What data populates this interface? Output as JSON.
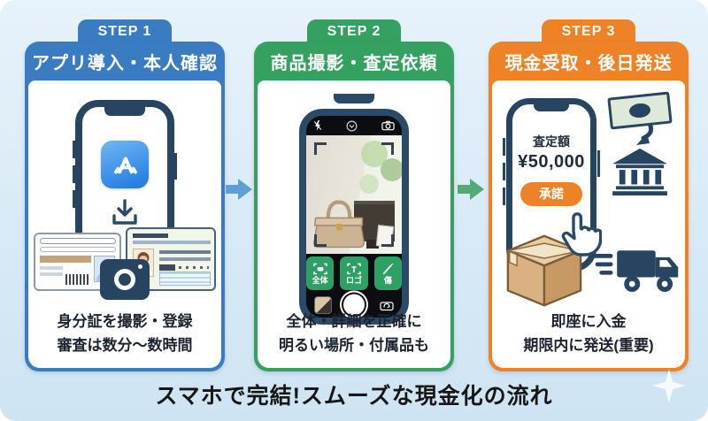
{
  "page": {
    "bottom_caption": "スマホで完結!スムーズな現金化の流れ",
    "background_color": "#d7e9f6"
  },
  "arrows": [
    {
      "between": "step1-step2",
      "direction": "right",
      "color": "#5f9ed6"
    },
    {
      "between": "step2-step3",
      "direction": "right",
      "color": "#52ab74"
    }
  ],
  "steps": [
    {
      "tab": "STEP 1",
      "title": "アプリ導入・本人確認",
      "accent": "#3a7cc1",
      "caption": [
        "身分証を撮影・登録",
        "審査は数分〜数時間"
      ],
      "icons": [
        "smartphone",
        "app-store-icon",
        "download-icon",
        "id-card",
        "camera-icon"
      ]
    },
    {
      "tab": "STEP 2",
      "title": "商品撮影・査定依頼",
      "accent": "#35a161",
      "caption": [
        "全体・詳細を正確に",
        "明るい場所・付属品も"
      ],
      "camera_buttons": [
        {
          "label": "全体",
          "icon": "frame-whole-icon"
        },
        {
          "label": "ロゴ",
          "icon": "frame-logo-icon"
        },
        {
          "label": "傷",
          "icon": "pen-scratch-icon"
        }
      ],
      "icons": [
        "smartphone",
        "flash-off-icon",
        "chevron-icon",
        "camera-flip-icon",
        "shutter-button",
        "handbag-photo"
      ]
    },
    {
      "tab": "STEP 3",
      "title": "現金受取・後日発送",
      "accent": "#ee8227",
      "phone_screen": {
        "label": "査定額",
        "amount": "¥50,000",
        "button": "承諾"
      },
      "caption": [
        "即座に入金",
        "期限内に発送(重要)"
      ],
      "icons": [
        "smartphone",
        "hand-cursor-icon",
        "banknote-icon",
        "bank-icon",
        "package-box-icon",
        "delivery-truck-icon"
      ]
    }
  ]
}
